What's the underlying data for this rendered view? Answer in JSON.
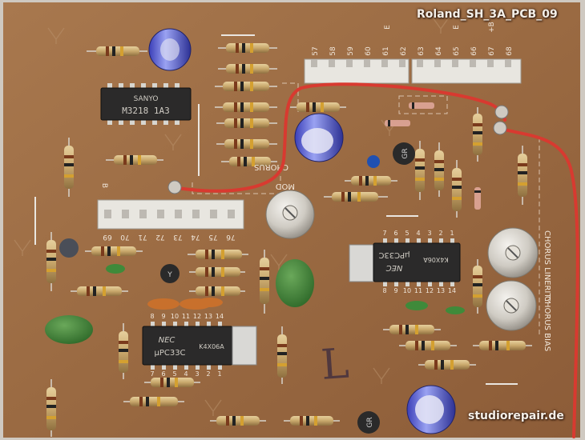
{
  "title": "Roland_SH_3A_PCB_09",
  "credit": "studiorepair.de",
  "chips": {
    "sanyo": {
      "brand": "SANYO",
      "part": "M3218  1A3"
    },
    "nec_right": {
      "brand": "NEC",
      "part": "μPC33C",
      "code": "K4X06A"
    },
    "nec_left": {
      "brand": "NEC",
      "part": "μPC33C",
      "code": "K4X06A"
    }
  },
  "labels": {
    "chorus_linearity": "CHORUS LINERITY",
    "chorus_bias": "CHORUS BIAS",
    "mod": "MOD",
    "chorus": "CHORUS",
    "cap_gr": "GR",
    "cap_y": "Y",
    "b": "B",
    "e": "E",
    "plus_b": "+B",
    "hand_l": "L"
  },
  "connector_top_pins": [
    "57",
    "58",
    "59",
    "60",
    "61",
    "62",
    "63",
    "64",
    "65",
    "66",
    "67",
    "68"
  ],
  "connector_left_pins": [
    "69",
    "70",
    "71",
    "72",
    "73",
    "74",
    "75",
    "76"
  ],
  "nec_right_pins_top": [
    "7",
    "6",
    "5",
    "4",
    "3",
    "2",
    "1"
  ],
  "nec_right_pins_bottom": [
    "8",
    "9",
    "10",
    "11",
    "12",
    "13",
    "14"
  ],
  "nec_left_pins_top": [
    "8",
    "9",
    "10",
    "11",
    "12",
    "13",
    "14"
  ],
  "nec_left_pins_bottom": [
    "7",
    "6",
    "5",
    "4",
    "3",
    "2",
    "1"
  ]
}
